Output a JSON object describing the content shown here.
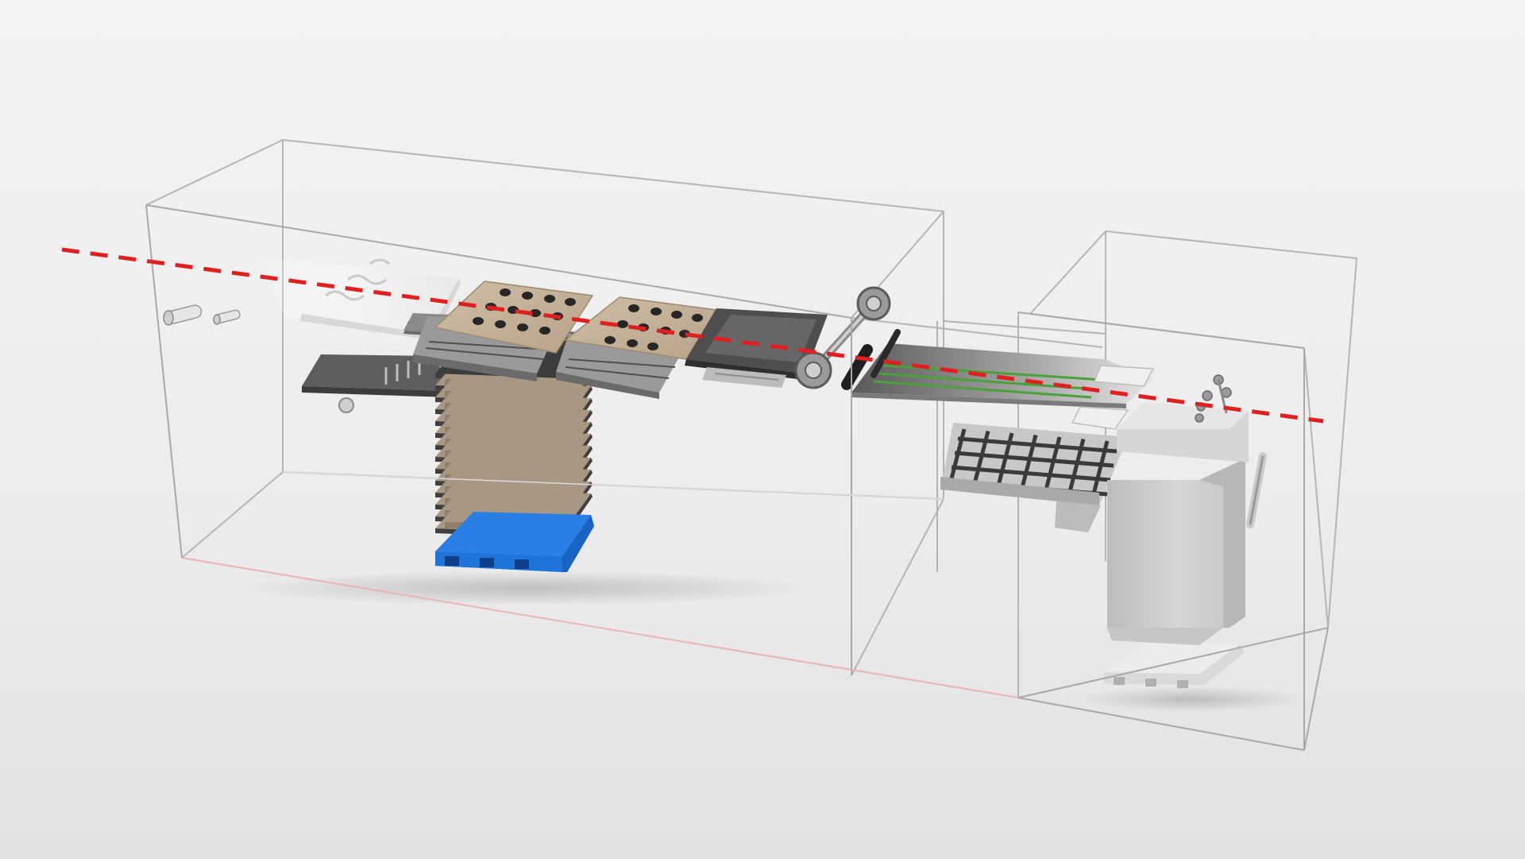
{
  "scene": {
    "description_visible_text": "",
    "colors": {
      "background_top": "#f1f1f1",
      "background_bottom": "#e4e4e4",
      "process_line": "#e02020",
      "floor_line": "#e9b4b4",
      "frame_line": "#b9b9b9",
      "pallet": "#1f74d9",
      "tray": "#c7b39a",
      "tray_holes": "#262626",
      "steel_dark": "#4a4a4a",
      "steel_mid": "#8a8a8a",
      "steel_light": "#d6d6d6",
      "cabinet": "#cdcdcd",
      "green_rail": "#4aa13a"
    },
    "components": [
      {
        "name": "film-roll-feed-icon"
      },
      {
        "name": "film-web"
      },
      {
        "name": "preheat-platen"
      },
      {
        "name": "forming-station-1"
      },
      {
        "name": "forming-station-2"
      },
      {
        "name": "punching-station"
      },
      {
        "name": "transport-roller"
      },
      {
        "name": "exit-conveyor"
      },
      {
        "name": "stacking-grid"
      },
      {
        "name": "robot-cabinet"
      },
      {
        "name": "tray-stack"
      },
      {
        "name": "blue-pallet"
      },
      {
        "name": "output-pallet"
      }
    ]
  }
}
